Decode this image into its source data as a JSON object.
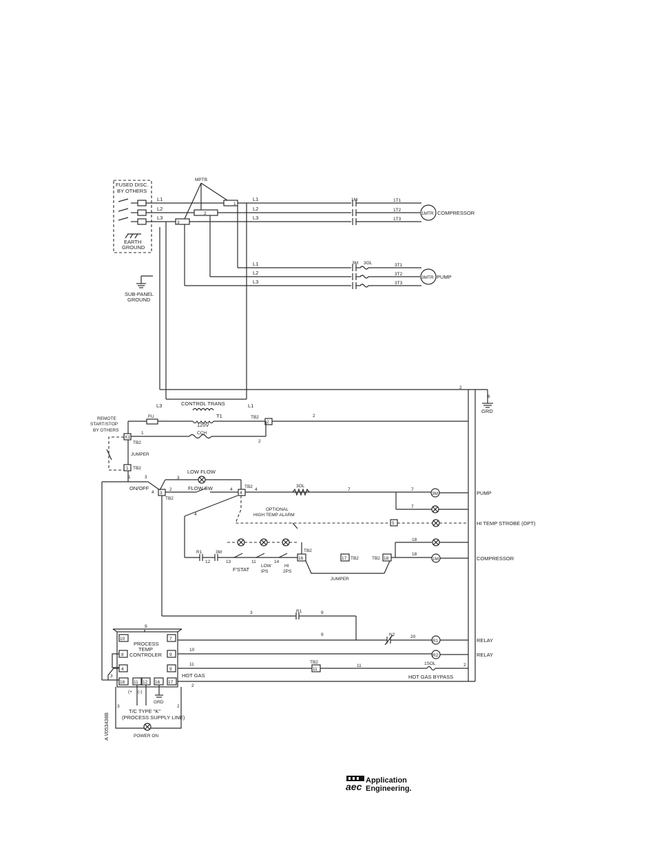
{
  "disconnect": {
    "title_line1": "FUSED DISC.",
    "title_line2": "BY OTHERS",
    "earth_ground_line1": "EARTH",
    "earth_ground_line2": "GROUND"
  },
  "subpanel": {
    "line1": "SUB-PANEL",
    "line2": "GROUND"
  },
  "mptb_label": "MPTB",
  "line_labels": {
    "l1": "L1",
    "l2": "L2",
    "l3": "L3"
  },
  "compressor_motor": {
    "contact": "1M",
    "t1": "1T1",
    "t2": "1T2",
    "t3": "1T3",
    "motor": "1MTR",
    "name": "COMPRESSOR"
  },
  "pump_motor": {
    "contact": "3M",
    "overload": "3OL",
    "t1": "3T1",
    "t2": "3T2",
    "t3": "3T3",
    "motor": "3MTR",
    "name": "PUMP"
  },
  "control_trans": {
    "title": "CONTROL TRANS",
    "t1": "T1",
    "voltage": "120V",
    "fuse": "FU",
    "cch": "CCH",
    "l3": "L3",
    "l1": "L1"
  },
  "wire_numbers": {
    "w1": "1",
    "w2": "2",
    "w3": "3",
    "w4": "4",
    "w6": "6",
    "w7": "7",
    "w9": "9",
    "w10": "10",
    "w11": "11",
    "w12": "12",
    "w13": "13",
    "w18": "18",
    "w20": "20",
    "w14": "14"
  },
  "ground_label": "GRD",
  "remote": {
    "line1": "REMOTE",
    "line2": "START/STOP",
    "line3": "BY OTHERS",
    "x1": "X1",
    "tb2": "TB2",
    "jumper": "JUMPER",
    "tb2_1": "1"
  },
  "flow": {
    "low_flow": "LOW FLOW",
    "flow_sw": "FLOW SW",
    "on_off": "ON/OFF",
    "tb2": "TB2"
  },
  "pump_circuit": {
    "overload": "3OL",
    "coil": "3M",
    "pump": "PUMP"
  },
  "alarm": {
    "line1": "OPTIONAL",
    "line2": "HIGH TEMP ALARM",
    "strobe": "HI TEMP STROBE (OPT)",
    "tb_num": "5"
  },
  "comp_circuit": {
    "r1": "R1",
    "m3": "3M",
    "fstat": "F'STAT",
    "low_line1": "LOW",
    "low_line2": "IPS",
    "hi_line1": "HI",
    "hi_line2": "2PS",
    "tb16": "16",
    "tb17": "17",
    "tb18": "18",
    "tb2": "TB2",
    "jumper": "JUMPER",
    "coil": "1M",
    "compressor": "COMPRESSOR"
  },
  "relay_circuit": {
    "r1": "R1",
    "n2": "N2",
    "relay": "RELAY",
    "coil_r1": "R1",
    "coil_r2": "R2"
  },
  "controller": {
    "line1": "PROCESS",
    "line2": "TEMP",
    "line3": "CONTROLER",
    "t10": "10",
    "t7": "7",
    "t8": "8",
    "t9a": "9",
    "t4": "4",
    "t9b": "9",
    "t18": "18",
    "t11": "11",
    "t12": "12",
    "t16": "16",
    "t17": "17",
    "plus": "(+",
    "minus": "(-)",
    "grd": "GRD",
    "tc_line1": "T/C TYPE \"K\"",
    "tc_line2": "(PROCESS SUPPLY LINE)",
    "power_on": "POWER ON"
  },
  "hot_gas": {
    "label": "HOT GAS",
    "bypass": "HOT GAS BYPASS",
    "overload": "1SOL",
    "tb2": "TB2",
    "tb11": "11"
  },
  "drawing_number": "A \\/053438B",
  "logo": {
    "mark": "aec",
    "line1": "Application",
    "line2": "Engineering."
  }
}
